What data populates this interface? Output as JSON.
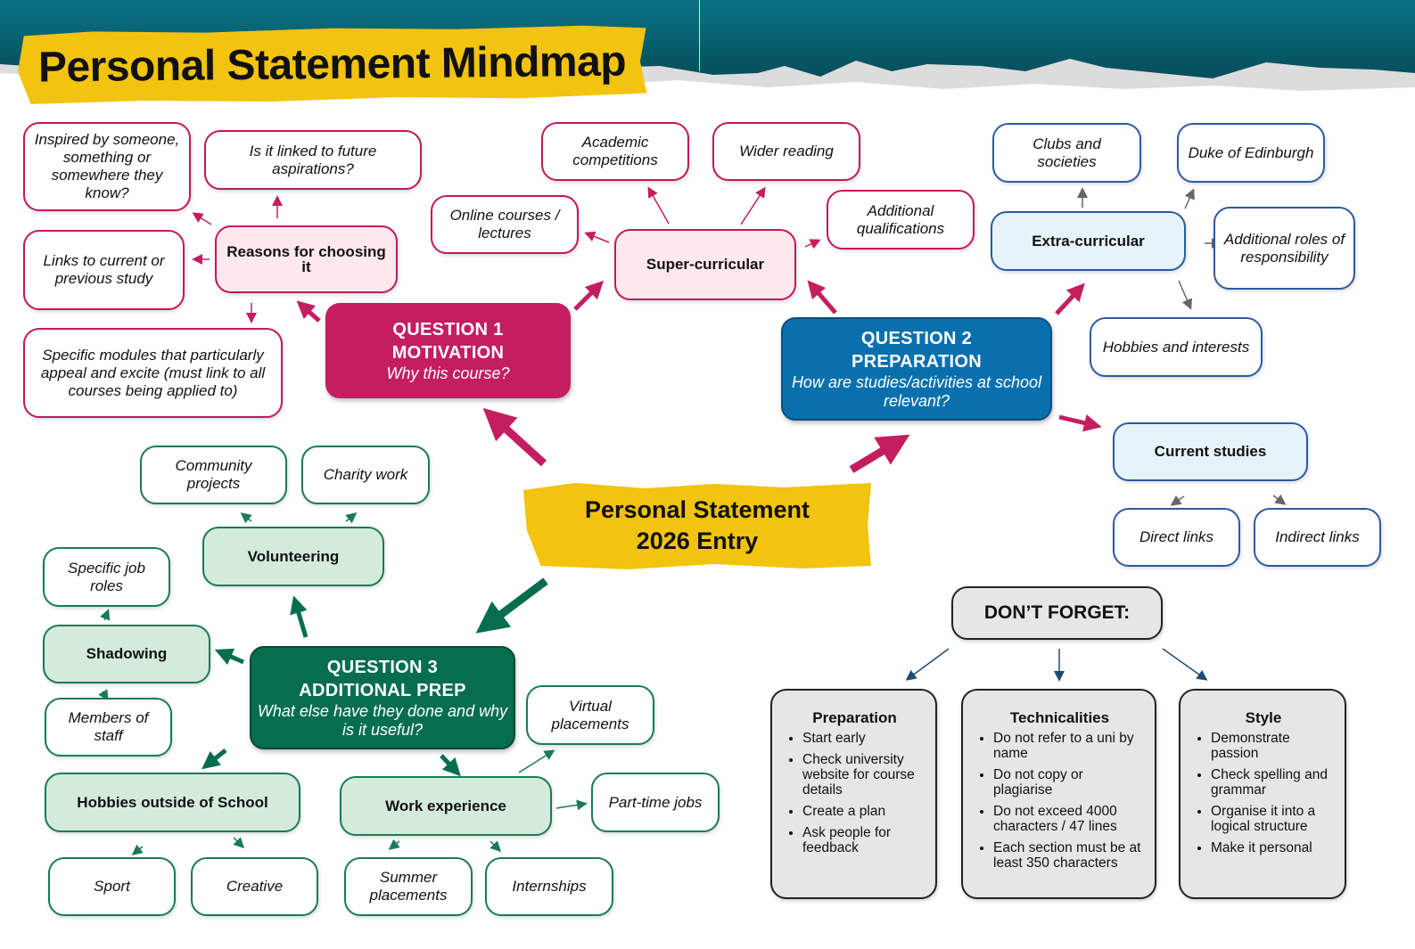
{
  "title": "Personal Statement Mindmap",
  "center": {
    "line1": "Personal Statement",
    "line2": "2026 Entry"
  },
  "colors": {
    "q1": "#c41e61",
    "q2": "#0a70ad",
    "q3": "#066e4f",
    "tape": "#f2c30f",
    "header": "#06586a"
  },
  "q1": {
    "number": "QUESTION 1",
    "title": "MOTIVATION",
    "subtitle": "Why this course?",
    "reasons": {
      "label": "Reasons for choosing it",
      "items": [
        "Inspired by someone, something or somewhere they know?",
        "Is it linked to future aspirations?",
        "Links to current or previous study",
        "Specific modules that particularly appeal and excite (must link to all courses being applied to)"
      ]
    },
    "super_curricular": {
      "label": "Super-curricular",
      "items": [
        "Online courses / lectures",
        "Academic competitions",
        "Wider reading",
        "Additional qualifications"
      ]
    }
  },
  "q2": {
    "number": "QUESTION 2",
    "title": "PREPARATION",
    "subtitle": "How are studies/activities at school relevant?",
    "extra_curricular": {
      "label": "Extra-curricular",
      "items": [
        "Clubs and societies",
        "Duke of Edinburgh",
        "Additional roles of responsibility",
        "Hobbies and interests"
      ]
    },
    "current_studies": {
      "label": "Current studies",
      "items": [
        "Direct links",
        "Indirect links"
      ]
    }
  },
  "q3": {
    "number": "QUESTION 3",
    "title": "ADDITIONAL PREP",
    "subtitle": "What else have they done and why is it useful?",
    "volunteering": {
      "label": "Volunteering",
      "items": [
        "Community projects",
        "Charity work"
      ]
    },
    "shadowing": {
      "label": "Shadowing",
      "items": [
        "Specific job roles",
        "Members of staff"
      ]
    },
    "hobbies": {
      "label": "Hobbies outside of School",
      "items": [
        "Sport",
        "Creative"
      ]
    },
    "work": {
      "label": "Work experience",
      "items": [
        "Virtual placements",
        "Part-time jobs",
        "Summer placements",
        "Internships"
      ]
    }
  },
  "dont_forget": {
    "label": "DON’T FORGET:",
    "cards": [
      {
        "title": "Preparation",
        "items": [
          "Start early",
          "Check university website for course details",
          "Create a plan",
          "Ask people for feedback"
        ]
      },
      {
        "title": "Technicalities",
        "items": [
          "Do not refer to a uni by name",
          "Do not copy or plagiarise",
          "Do not exceed 4000 characters / 47 lines",
          "Each section must be at least 350 characters"
        ]
      },
      {
        "title": "Style",
        "items": [
          "Demonstrate passion",
          "Check spelling and grammar",
          "Organise it into a logical structure",
          "Make it personal"
        ]
      }
    ]
  }
}
